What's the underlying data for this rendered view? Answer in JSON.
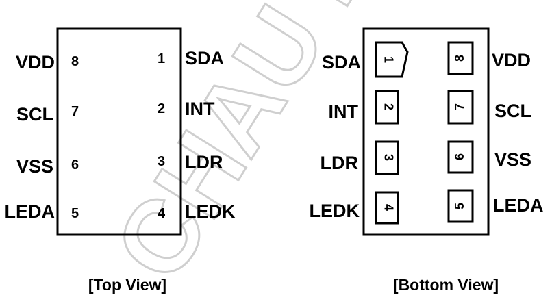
{
  "watermark": "CHAU LIGHT",
  "top_view": {
    "caption": "[Top View]",
    "left_pins": [
      {
        "name": "VDD",
        "num": "8"
      },
      {
        "name": "SCL",
        "num": "7"
      },
      {
        "name": "VSS",
        "num": "6"
      },
      {
        "name": "LEDA",
        "num": "5"
      }
    ],
    "right_pins": [
      {
        "name": "SDA",
        "num": "1"
      },
      {
        "name": "INT",
        "num": "2"
      },
      {
        "name": "LDR",
        "num": "3"
      },
      {
        "name": "LEDK",
        "num": "4"
      }
    ]
  },
  "bottom_view": {
    "caption": "[Bottom View]",
    "left_pins": [
      {
        "name": "SDA",
        "num": "1"
      },
      {
        "name": "INT",
        "num": "2"
      },
      {
        "name": "LDR",
        "num": "3"
      },
      {
        "name": "LEDK",
        "num": "4"
      }
    ],
    "right_pins": [
      {
        "name": "VDD",
        "num": "8"
      },
      {
        "name": "SCL",
        "num": "7"
      },
      {
        "name": "VSS",
        "num": "6"
      },
      {
        "name": "LEDA",
        "num": "5"
      }
    ]
  }
}
